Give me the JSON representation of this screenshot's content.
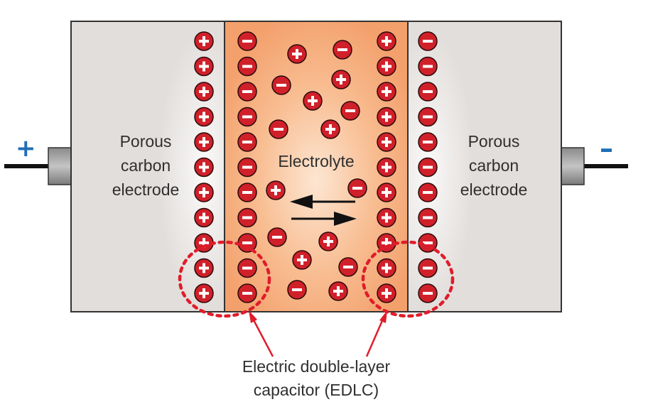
{
  "labels": {
    "left_electrode": [
      "Porous",
      "carbon",
      "electrode"
    ],
    "right_electrode": [
      "Porous",
      "carbon",
      "electrode"
    ],
    "electrolyte": "Electrolyte",
    "edlc": [
      "Electric double-layer",
      "capacitor (EDLC)"
    ]
  },
  "terminals": {
    "positive": "+",
    "negative": "–"
  },
  "colors": {
    "ion_fill": "#d0202a",
    "electrode_fill": "#e2dedb",
    "electrolyte_fill": "#f5a878",
    "terminal_sign": "#1f6fb5",
    "callout": "#e01c2a"
  },
  "icons": {
    "cation": "plus-ion-icon",
    "anion": "minus-ion-icon",
    "flow_arrows": "bidirectional-arrows-icon"
  }
}
